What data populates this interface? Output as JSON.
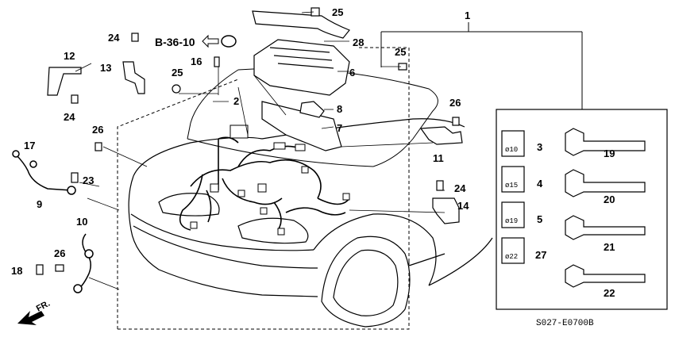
{
  "diagram": {
    "reference_ref": "B-36-10",
    "direction_label": "FR.",
    "diagram_code": "S027-E0700B",
    "callouts": {
      "n1": "1",
      "n2": "2",
      "n3": "3",
      "n4": "4",
      "n5": "5",
      "n6": "6",
      "n7": "7",
      "n8": "8",
      "n9": "9",
      "n10": "10",
      "n11": "11",
      "n12": "12",
      "n13": "13",
      "n14": "14",
      "n16": "16",
      "n17": "17",
      "n18": "18",
      "n19": "19",
      "n20": "20",
      "n21": "21",
      "n22": "22",
      "n23": "23",
      "n24a": "24",
      "n24b": "24",
      "n24c": "24",
      "n25a": "25",
      "n25b": "25",
      "n25c": "25",
      "n26a": "26",
      "n26b": "26",
      "n26c": "26",
      "n27": "27",
      "n28": "28"
    },
    "connector_labels": {
      "c10": "ø10",
      "c15": "ø15",
      "c19": "ø19",
      "c22": "ø22"
    }
  }
}
